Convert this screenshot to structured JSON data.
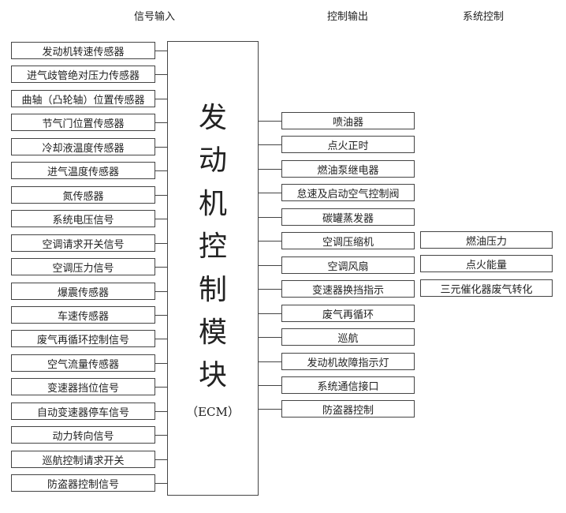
{
  "headers": {
    "input": "信号输入",
    "output": "控制输出",
    "system": "系统控制"
  },
  "ecm": {
    "title_chars": [
      "发",
      "动",
      "机",
      "控",
      "制",
      "模",
      "块"
    ],
    "abbr": "（ECM）"
  },
  "inputs": [
    "发动机转速传感器",
    "进气歧管绝对压力传感器",
    "曲轴（凸轮轴）位置传感器",
    "节气门位置传感器",
    "冷却液温度传感器",
    "进气温度传感器",
    "氮传感器",
    "系统电压信号",
    "空调请求开关信号",
    "空调压力信号",
    "爆震传感器",
    "车速传感器",
    "废气再循环控制信号",
    "空气流量传感器",
    "变速器挡位信号",
    "自动变速器停车信号",
    "动力转向信号",
    "巡航控制请求开关",
    "防盗器控制信号"
  ],
  "outputs": [
    "喷油器",
    "点火正时",
    "燃油泵继电器",
    "怠速及启动空气控制阀",
    "碳罐蒸发器",
    "空调压缩机",
    "空调风扇",
    "变速器换挡指示",
    "废气再循环",
    "巡航",
    "发动机故障指示灯",
    "系统通信接口",
    "防盗器控制"
  ],
  "system": [
    "燃油压力",
    "点火能量",
    "三元催化器废气转化"
  ]
}
